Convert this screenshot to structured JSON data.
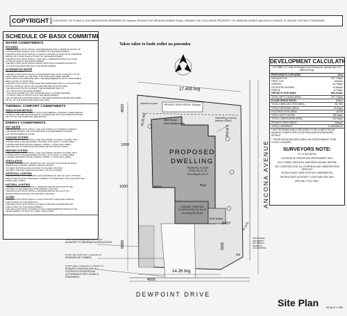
{
  "copyright": {
    "title": "COPYRIGHT",
    "text": "COPYRIGHT OF PLANS & DOCUMENTATION PREPARED BY Manolis DESIGN FOR WISDOM HOMES SHALL REMAIN THE EXCLUSIVE PROPERTY OF WISDOM HOMES UNLESS A LICENCE IS ISSUED STATING OTHERWISE"
  },
  "basix": {
    "title": "SCHEDULE OF BASIX COMMITMENTS",
    "sections": [
      {
        "head": "WATER COMMITMENTS",
        "subs": [
          {
            "name": "FIXTURES",
            "lines": [
              "THE APPLICANT MUST INSTALL SHOWERHEADS WITH A MINIMUM RATING OF",
              "3 STAR (WATER RATING) IN ALL SHOWERS IN THE DEVELOPMENT.",
              "THE APPLICANT MUST INSTALL A TOILET FLUSHING SYSTEM WITH A MINIMUM",
              "RATING OF 4 STAR IN EACH TOILET IN THE DEVELOPMENT.",
              "THE APPLICANT MUST INSTALL TAPS WITH A MINIMUM RATING OF 4 STAR",
              "IN THE KITCHEN IN THE DEVELOPMENT.",
              "THE APPLICANT MUST INSTALL BASIN TAPS WITH A MINIMUM RATING OF",
              "4 STAR IN EACH BATHROOM IN THE DEVELOPMENT."
            ]
          },
          {
            "name": "ALTERNATIVE WATER",
            "lines": [
              "RAINWATER TANK",
              "THE APPLICANT MUST INSTALL A RAINWATER TANK WITH A CAPACITY OF AT",
              "LEAST 3000 LITRES ON THE SITE. THIS TANK MUST MEET, AND BE",
              "INSTALLED IN ACCORDANCE WITH, THE REQUIREMENTS OF ALL APPLICABLE",
              "REGULATORY AUTHORITIES.",
              "THE APPLICANT MUST CONFIGURE THE RAINWATER TANK TO COLLECT RAIN",
              "RUNOFF FROM AT LEAST 150 SQUARE METRES OF ROOF AREA.",
              "THE APPLICANT MUST CONNECT THE RAINWATER TANK TO:",
              "- ALL TOILETS IN THE DEVELOPMENT",
              "- THE COLD WATER TAP THAT SUPPLIES EACH CLOTHES WASHER",
              "- AT LEAST ONE OUTDOOR TAP IN THE DEVELOPMENT",
              "THE COVER THIS CHAPTER FOR ALL THE DEVELOPMENTS RECEIVING SOME",
              "OR ALL OF THE RAINWATER FROM THE TANK."
            ]
          }
        ]
      },
      {
        "head": "THERMAL COMFORT COMMITMENTS",
        "subs": [
          {
            "name": "SIMULATION METHOD",
            "lines": [
              "THE APPLICANT MUST COMPLY WITH THE THERMAL COMFORT COMMITMENTS",
              "LISTED IN THE CERTIFICATE AND IN ACCORDANCE WITH THE SPECIFICATIONS",
              "SET OUT IN THE ASSESSOR CERTIFICATE."
            ]
          }
        ]
      },
      {
        "head": "ENERGY COMMITMENTS",
        "subs": [
          {
            "name": "HOT WATER",
            "lines": [
              "THE APPLICANT MUST INSTALL THE FOLLOWING HOT WATER SYSTEM IN",
              "THE DEVELOPMENT, OR A SYSTEM WITH A HIGHER ENERGY RATING:",
              "GAS INSTANTANEOUS 5 STAR."
            ]
          },
          {
            "name": "COOLING SYSTEM",
            "lines": [
              "THE APPLICANT MUST INSTALL THE FOLLOWING COOLING SYSTEM, OR A",
              "SYSTEM WITH A HIGHER ENERGY RATING, IN AT LEAST 1 LIVING AREA:",
              "1-PHASE AIRCONDITIONING; ENERGY RATING: 3 STAR (OLD LABEL)",
              "THE COOLING SYSTEM MUST PROVIDE FOR DAY/NIGHT ZONING."
            ]
          },
          {
            "name": "HEATING SYSTEM",
            "lines": [
              "THE APPLICANT MUST INSTALL THE FOLLOWING HEATING SYSTEM, OR A",
              "SYSTEM WITH A HIGHER ENERGY RATING, IN AT LEAST 1 LIVING AREA:",
              "1-PHASE AIRCONDITIONING; ENERGY RATING: 3 STAR (OLD LABEL)"
            ]
          },
          {
            "name": "VENTILATION",
            "lines": [
              "AT LEAST 1 BATHROOM: INDIVIDUAL FAN, DUCTED TO FACADE OR ROOF;",
              "OPERATION CONTROL: MANUAL SWITCH ON/OFF",
              "KITCHEN: INDIVIDUAL FAN, DUCTED TO FACADE OR ROOF;",
              "LAUNDRY: NATURAL VENTILATION ONLY, OR NO LAUNDRY"
            ]
          },
          {
            "name": "ARTIFICIAL LIGHTING",
            "lines": [
              "THE APPLICANT MUST ENSURE THAT A MINIMUM OF 40% OF LIGHT FITTINGS",
              "ARE FITTED WITH FLUORESCENT, COMPACT FLUORESCENT OR LIGHT-EMITTING",
              "DIODE (LED) LAMPS."
            ]
          },
          {
            "name": "NATURAL LIGHTING",
            "lines": [
              "THE APPLICANT MUST INSTALL A WINDOW AND/OR SKYLIGHT IN THE",
              "KITCHEN OF THE DWELLING FOR NATURAL LIGHTING.",
              "THE APPLICANT MUST INSTALL A WINDOW AND/OR SKYLIGHT IN 1",
              "BATHROOM(S)/TOILET(S) FOR NATURAL LIGHTING."
            ]
          },
          {
            "name": "OTHER",
            "lines": [
              "THE APPLICANT MUST INSTALL A GAS COOKTOP & ELECTRIC OVEN IN",
              "THE KITCHEN OF THE DWELLING.",
              "THE APPLICANT MUST INSTALL A FIXED OUTDOOR CLOTHES DRYING",
              "LINE AS PART OF THE DEVELOPMENT.",
              "THE APPLICANT MUST CONSTRUCT EACH REFRIGERATOR SPACE IN THE",
              "DEVELOPMENT SO THAT IT IS 'WELL VENTILATED'."
            ]
          }
        ]
      }
    ]
  },
  "note_top": "Takze takto to bude sediet na pozemku",
  "dev_calc": {
    "title": "DEVELOPMENT CALCULATIONS",
    "address": "LOT 5559, D.P 1166 15 Dewpoint St & Ancona Av, Spring Farm LOT AREA 507sqm",
    "header": {
      "label": "PROPOSED FLOOR AREA",
      "value": "Area"
    },
    "rows": [
      {
        "label": "GROUND FLR:",
        "value": "207.72sqm"
      },
      {
        "label": "FIRST FLR:",
        "value": "N/Asqm"
      },
      {
        "label": "GARAGE:",
        "value": "35.78sqm"
      },
      {
        "label": "OUTDOOR LEISURE:",
        "value": "14.89sqm"
      },
      {
        "label": "PORCH:",
        "value": "6.73sqm"
      }
    ],
    "gross": {
      "label": "GROSS FLOOR AREA:",
      "value": "265.24sqm"
    },
    "totals": [
      {
        "label": "TOTAL NETT LIVING AREA:",
        "value": "207.72sqm",
        "bold": false
      },
      {
        "label": "FLOOR SPACE RATIO:",
        "value": "0.51:1",
        "bold": true
      },
      {
        "label": "TOTAL DWELLING SITE AREA:",
        "value": "56.78%",
        "bold": false
      },
      {
        "label": "TOTAL DRIVEWAY AREA:",
        "value": "23.2sqm",
        "bold": false
      },
      {
        "label": "FOOTPATH SITE AREA:",
        "value": "16.8%",
        "bold": false
      },
      {
        "label": "TOTAL SOFT COVER:",
        "value": "165.4sqm",
        "bold": false
      },
      {
        "label": "TOTAL LANDSCAPED AREA:",
        "value": "215.4sqm",
        "bold": false
      },
      {
        "label": "PRIVATE OPEN SPACE:",
        "value": "235sqm",
        "bold": false
      },
      {
        "label": "TOTAL CARSPACE:",
        "value": "2 CARSPACE",
        "bold": false
      }
    ],
    "notes": [
      "* ANY RETAINING WALLS REQUIRED TO BE COMPLETED BY MANUFACTURER'S SPECIFICATIONS AND/OR ENGINEERS DETAILS",
      "* THESE WITHIN BUILDING AREA 0.5m SURROUNDING TO BE FILLED & GRADED"
    ],
    "surveyor_title": "SURVEYORS NOTE:",
    "surveyor_lines": [
      "R.L.'S ON DATUM",
      "LOCATION OF FENCES ARE APPROXIMATE ONLY",
      "ONLY VISIBLE SERVICES HAVE BEEN SHOWN. BEFORE",
      "ANY CONSTRUCTION, ALL OVERHEAD AND UNDERGROUND SERVICES",
      "SHOULD HAVE THEIR POSITION CONFIRMED BY",
      "THE RELEVANT AUTHORITY. CONTOURS ARE ONLY",
      "ARE ONLY TITLE ONLY"
    ]
  },
  "plan": {
    "dims": {
      "top": "17.455 brg",
      "left_top": "30.83 brg",
      "right_top": "5.30 brg",
      "bottom": "14.26 brg",
      "left_offset": "4020",
      "left_1000a": "1000",
      "left_1000b": "1000",
      "left_6080": "6080",
      "bottom_4500": "4500",
      "right_5457": "5457",
      "right_1575": "R 1575",
      "right_5005": "5005",
      "right_4m": "4m"
    },
    "labels": {
      "proposed": "PROPOSED",
      "dwelling": "DWELLING",
      "private_open_space": "PRIVATE OPEN SPACE 265sqm",
      "fence_top": "5000 fence",
      "fence_top_sub": "sub to dividers walls",
      "maly_pozemok": "nakreslit mi pôdu",
      "nakresleny": "nakresleny ovorovy priestor 205m2",
      "kitna": "Kitna",
      "plyn": "Plyn",
      "finished_floor": "FINISHED FLOOR LEVEL RL:69.78 benching RL:69.47",
      "garage_floor": "GARAGE FINISHED FLOOR LEVEL RL:69.48 benching RL:69.38",
      "gas_metr": "5344 bodka",
      "landscaping": "PROPOSE A LANDSCAPING STRIP ADJACENT TO DRIVEWAY AS REQUESTED",
      "driveway_note": "PROPOSE NON SLIP CONCRETE DRIVEWAY (B7 TIMBER)",
      "concrete_path": "PROPOSED CONCRETE FINISH TO REQUIRE CROSSING AND ALL FOOTPATH FOR APPROVAL ACCORDANCE WITH COUNCIL STANDARDS",
      "right_small": "PROPOSED PROPERTY BOUNDARY",
      "right_small2": "N(METAL) ALLOWANCE",
      "ancona": "ANCONA AVENUE",
      "dewpoint": "DEWPOINT DRIVE",
      "site_plan": "Site Plan",
      "scale": "SCALE 1:200"
    }
  }
}
